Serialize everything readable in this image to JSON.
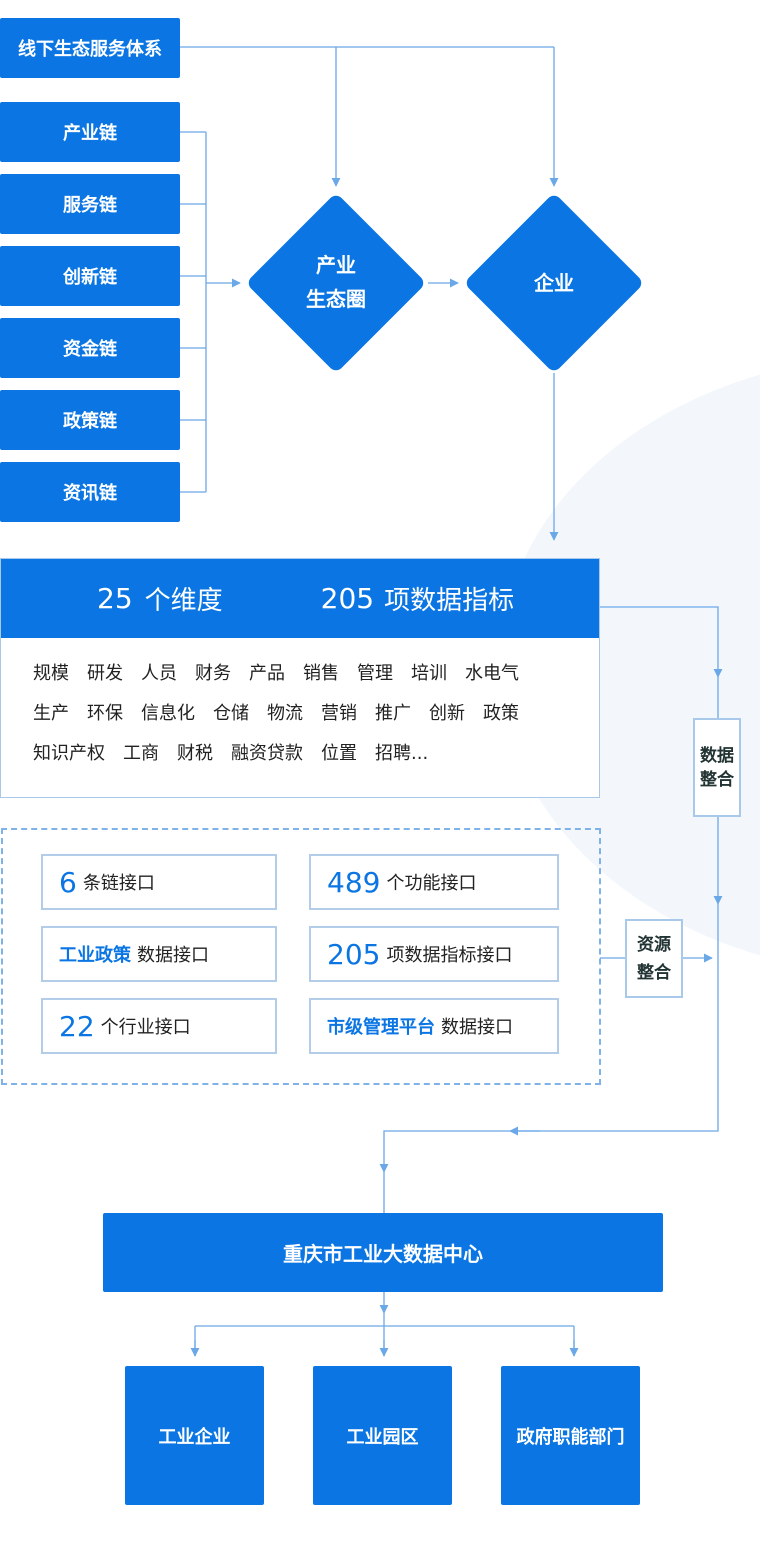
{
  "top_box": "线下生态服务体系",
  "chains": [
    "产业链",
    "服务链",
    "创新链",
    "资金链",
    "政策链",
    "资讯链"
  ],
  "diamond1": [
    "产业",
    "生态圈"
  ],
  "diamond2": "企业",
  "panel": {
    "n1": "25",
    "l1": "个维度",
    "n2": "205",
    "l2": "项数据指标",
    "rows": [
      [
        "规模",
        "研发",
        "人员",
        "财务",
        "产品",
        "销售",
        "管理",
        "培训",
        "水电气"
      ],
      [
        "生产",
        "环保",
        "信息化",
        "仓储",
        "物流",
        "营销",
        "推广",
        "创新",
        "政策"
      ],
      [
        "知识产权",
        "工商",
        "财税",
        "融资贷款",
        "位置",
        "招聘..."
      ]
    ]
  },
  "data_integration": [
    "数据",
    "整合"
  ],
  "resource_integration": [
    "资源",
    "整合"
  ],
  "interfaces": [
    {
      "hl": "6",
      "text": "条链接口",
      "type": "num"
    },
    {
      "hl": "489",
      "text": "个功能接口",
      "type": "num"
    },
    {
      "hl": "工业政策",
      "text": "数据接口",
      "type": "bold"
    },
    {
      "hl": "205",
      "text": "项数据指标接口",
      "type": "num"
    },
    {
      "hl": "22",
      "text": "个行业接口",
      "type": "num"
    },
    {
      "hl": "市级管理平台",
      "text": "数据接口",
      "type": "bold"
    }
  ],
  "center": "重庆市工业大数据中心",
  "outputs": [
    "工业企业",
    "工业园区",
    "政府职能部门"
  ],
  "colors": {
    "primary": "#0b76e3",
    "line": "#6aa8e8"
  }
}
